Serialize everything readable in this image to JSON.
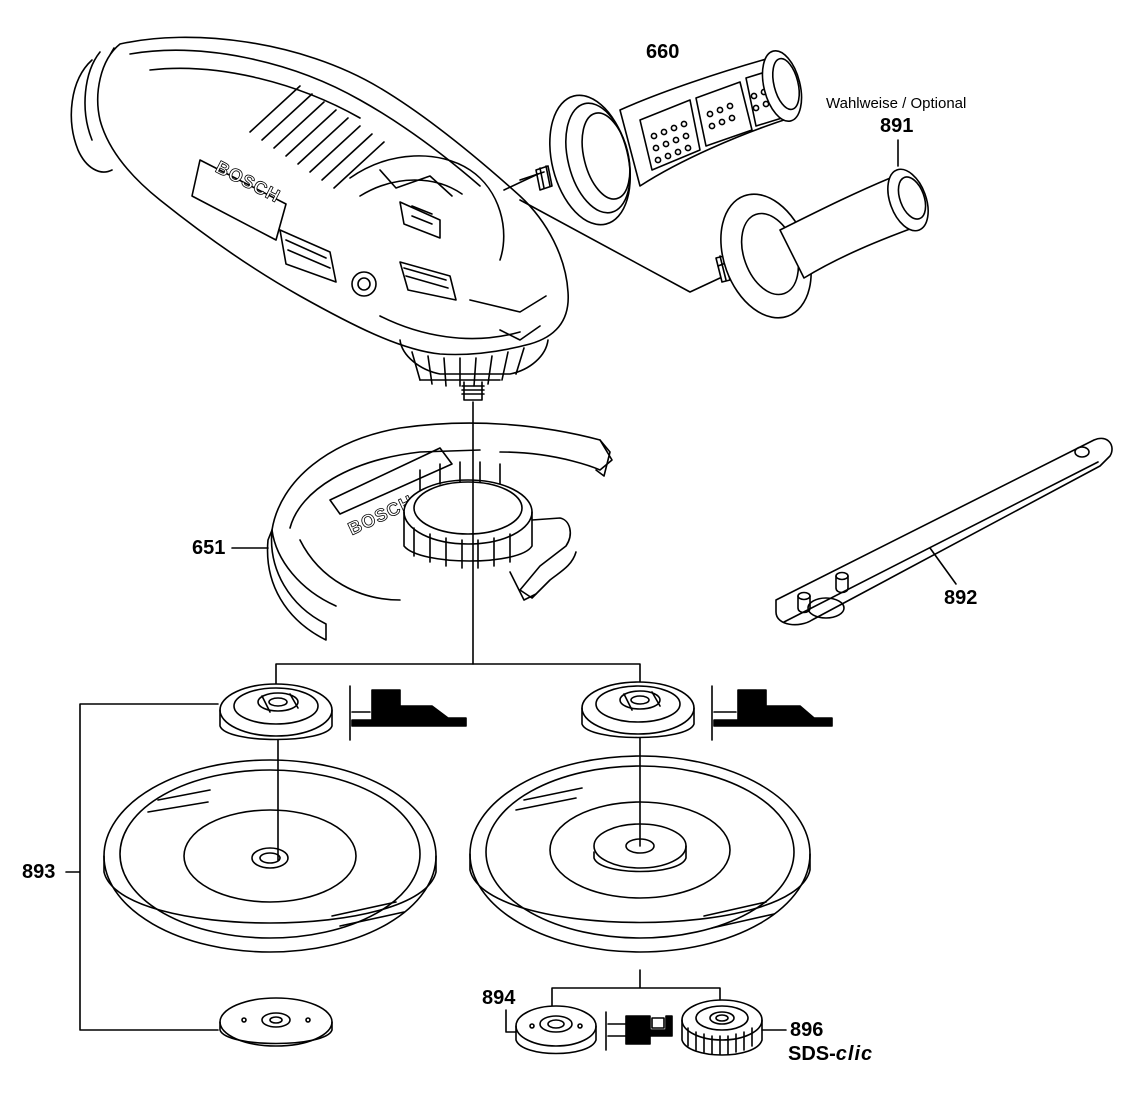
{
  "labels": {
    "handle": "660",
    "optional_note": "Wahlweise / Optional",
    "optional_handle": "891",
    "guard": "651",
    "spanner": "892",
    "flange_set": "893",
    "flange_nut": "894",
    "quick_nut": "896",
    "sds_prefix": "SDS-",
    "sds_suffix": "clic"
  },
  "brand": {
    "tool": "BOSCH",
    "guard": "BOSCH"
  },
  "colors": {
    "line": "#000000",
    "paper": "#ffffff",
    "shade": "#e6e6e6"
  }
}
